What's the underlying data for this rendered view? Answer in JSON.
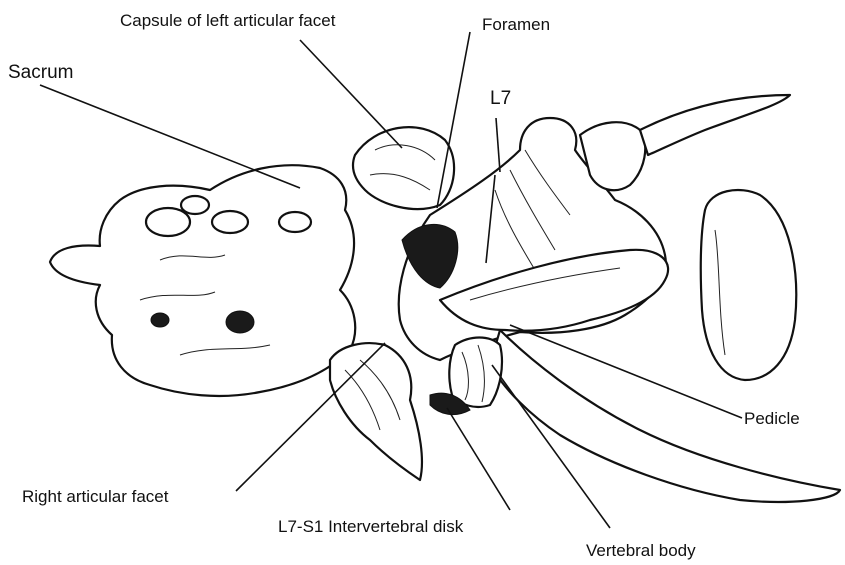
{
  "labels": {
    "capsule": "Capsule of left articular facet",
    "foramen": "Foramen",
    "sacrum": "Sacrum",
    "l7": "L7",
    "pedicle": "Pedicle",
    "right_facet": "Right articular facet",
    "disk": "L7-S1 Intervertebral disk",
    "body": "Vertebral body"
  },
  "colors": {
    "ink": "#111111",
    "background": "#ffffff"
  }
}
